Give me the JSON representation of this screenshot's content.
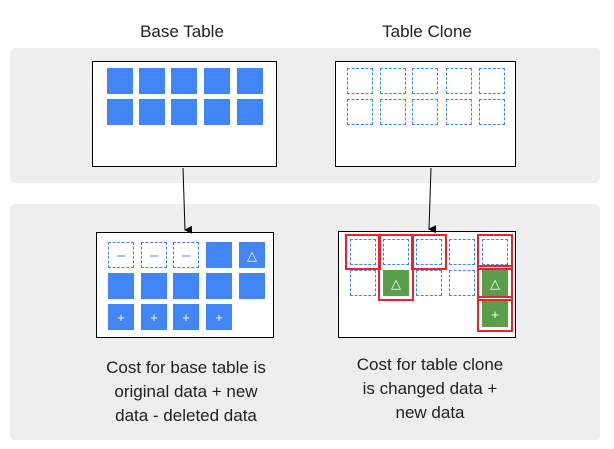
{
  "titles": {
    "base": "Base Table",
    "clone": "Table Clone"
  },
  "symbols": {
    "minus": "–",
    "delta": "△",
    "plus": "+"
  },
  "captions": {
    "base": [
      "Cost for base table is",
      "original data + new",
      "data - deleted data"
    ],
    "clone": [
      "Cost for table clone",
      "is changed data +",
      "new data"
    ]
  },
  "colors": {
    "blue": "#4285f4",
    "green": "#5a9e4b",
    "highlight": "#e8222e",
    "panel": "#eeeeee"
  }
}
